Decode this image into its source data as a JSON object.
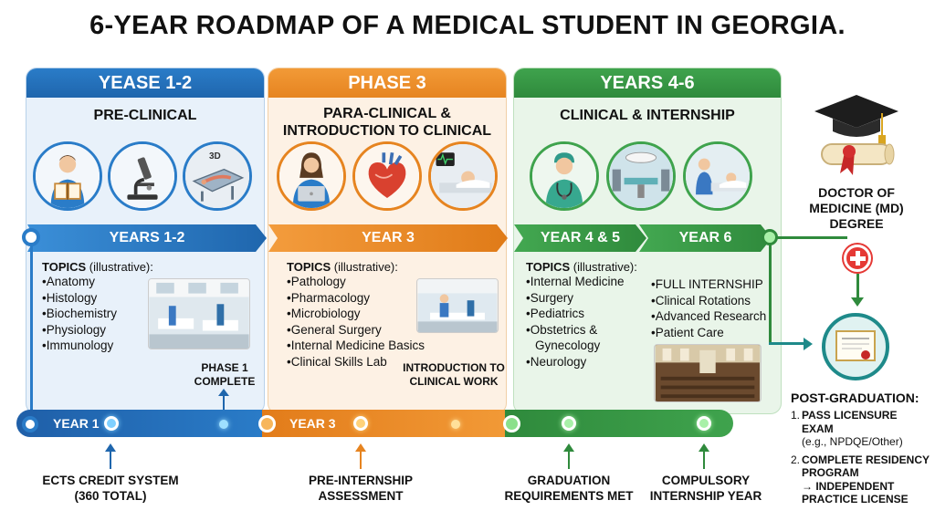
{
  "title": "6-YEAR ROADMAP OF A MEDICAL STUDENT IN GEORGIA.",
  "phases": [
    {
      "header": "YEASE 1-2",
      "subtitle": "PRE-CLINICAL",
      "ribbon": "YEARS 1-2",
      "topics_heading": "TOPICS",
      "topics_note": "(illustrative):",
      "topics": [
        "Anatomy",
        "Histology",
        "Biochemistry",
        "Physiology",
        "Immunology"
      ],
      "milestone": [
        "PHASE 1",
        "COMPLETE"
      ],
      "timeline_label": "YEAR 1",
      "bottom_label": [
        "ECTS CREDIT SYSTEM",
        "(360 TOTAL)"
      ],
      "circle_3d_text": "3D"
    },
    {
      "header": "PHASE 3",
      "subtitle": [
        "PARA-CLINICAL &",
        "INTRODUCTION TO CLINICAL"
      ],
      "ribbon": "YEAR 3",
      "topics_heading": "TOPICS",
      "topics_note": "(illustrative):",
      "topics": [
        "Pathology",
        "Pharmacology",
        "Microbiology",
        "General Surgery",
        "Internal Medicine Basics",
        "Clinical Skills Lab"
      ],
      "milestone": [
        "INTRODUCTION TO",
        "CLINICAL WORK"
      ],
      "timeline_label": "YEAR 3",
      "bottom_label": [
        "PRE-INTERNSHIP",
        "ASSESSMENT"
      ]
    },
    {
      "header": "YEARS 4-6",
      "subtitle": "CLINICAL & INTERNSHIP",
      "ribbon_a": "YEAR 4 & 5",
      "ribbon_b": "YEAR 6",
      "topics_heading": "TOPICS",
      "topics_note": "(illustrative):",
      "topics_a": [
        "Internal Medicine",
        "Surgery",
        "Pediatrics",
        "Obstetrics &",
        "Gynecology",
        "Neurology"
      ],
      "topics_b": [
        "FULL INTERNSHIP",
        "Clinical Rotations",
        "Advanced Research",
        "Patient Care"
      ],
      "bottom_label_a": [
        "GRADUATION",
        "REQUIREMENTS MET"
      ],
      "bottom_label_b": [
        "COMPULSORY",
        "INTERNSHIP YEAR"
      ]
    }
  ],
  "degree": [
    "DOCTOR OF",
    "MEDICINE (MD)",
    "DEGREE"
  ],
  "post": {
    "heading": "POST-GRADUATION:",
    "item1_num": "1.",
    "item1_a": "PASS LICENSURE EXAM",
    "item1_b": "(e.g., NPDQE/Other)",
    "item2_num": "2.",
    "item2_a": "COMPLETE RESIDENCY",
    "item2_b": "PROGRAM",
    "item2_c": "→ INDEPENDENT",
    "item2_d": "PRACTICE LICENSE"
  },
  "colors": {
    "blue": "#1f66ad",
    "orange": "#e68420",
    "green": "#2f8a3c",
    "teal": "#1e8a8a",
    "red": "#e53935"
  }
}
